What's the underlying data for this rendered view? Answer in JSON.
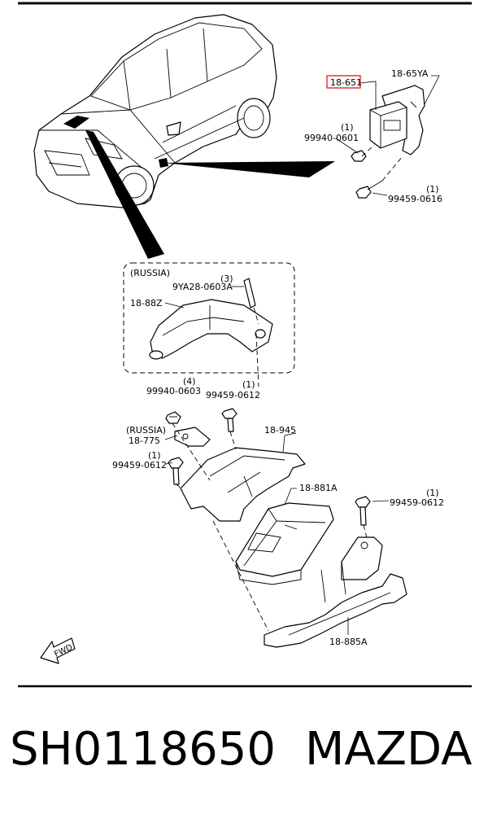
{
  "labels": {
    "target_part": "18-651",
    "bracket_top": "18-65YA",
    "nut_top_qty": "(1)",
    "nut_top": "99940-0601",
    "bolt_top_qty": "(1)",
    "bolt_top": "99459-0616",
    "russia_box": "(RUSSIA)",
    "bolt_russia_qty": "(3)",
    "bolt_russia": "9YA28-0603A",
    "cover": "18-88Z",
    "nut_mid_qty": "(4)",
    "nut_mid": "99940-0603",
    "bolt_mid_qty": "(1)",
    "bolt_mid": "99459-0612",
    "russia_bracket_note": "(RUSSIA)",
    "bracket_russia": "18-775",
    "bracket_main": "18-945",
    "bolt_left_qty": "(1)",
    "bolt_left": "99459-0612",
    "ecu": "18-881A",
    "bolt_right_qty": "(1)",
    "bolt_right": "99459-0612",
    "bracket_bottom": "18-885A",
    "fwd": "FWD"
  },
  "footer": {
    "part_number": "SH0118650",
    "brand": "MAZDA"
  },
  "colors": {
    "highlight_box": "#e8262b",
    "rule": "#000000"
  }
}
